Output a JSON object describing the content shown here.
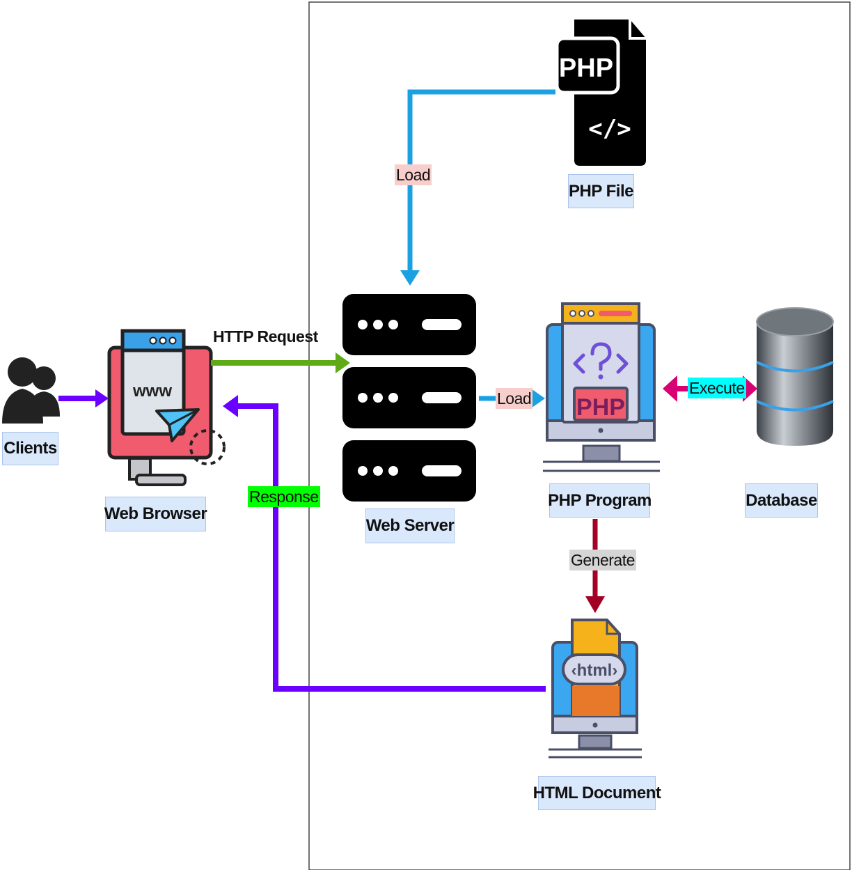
{
  "nodes": {
    "clients": "Clients",
    "web_browser": "Web Browser",
    "web_server": "Web Server",
    "php_file": "PHP File",
    "php_program": "PHP Program",
    "database": "Database",
    "html_document": "HTML Document"
  },
  "edges": {
    "http_request": "HTTP Request",
    "response": "Response",
    "load_file": "Load",
    "load_program": "Load",
    "execute": "Execute",
    "generate": "Generate"
  },
  "icon_text": {
    "php_file_badge": "PHP",
    "php_file_code": "</>",
    "browser_www": "www",
    "program_badge": "PHP",
    "html_tag": "‹html›"
  },
  "colors": {
    "client_arrow": "#6a00ff",
    "http_request_arrow": "#60a917",
    "response_arrow": "#6a00ff",
    "load_arrow": "#1ba1e2",
    "execute_arrow": "#d80073",
    "generate_arrow": "#a20025",
    "load_label_bg": "#f8cecc",
    "execute_label_bg": "#00ffff",
    "response_label_bg": "#00ff00",
    "generate_label_bg": "#d5d5d5"
  }
}
